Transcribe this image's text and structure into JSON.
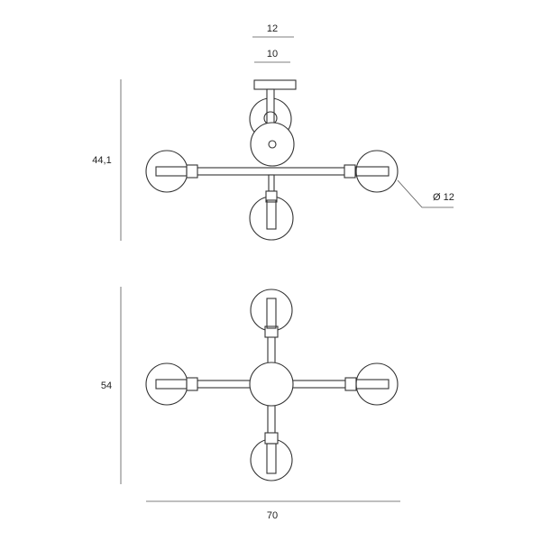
{
  "dimensions": {
    "top_width_outer": "12",
    "top_width_inner": "10",
    "height_side_view": "44,1",
    "globe_diameter": "Ø 12",
    "height_top_view": "54",
    "overall_width": "70"
  },
  "colors": {
    "line": "#333333",
    "dimension_line": "#555555",
    "background": "#ffffff"
  }
}
